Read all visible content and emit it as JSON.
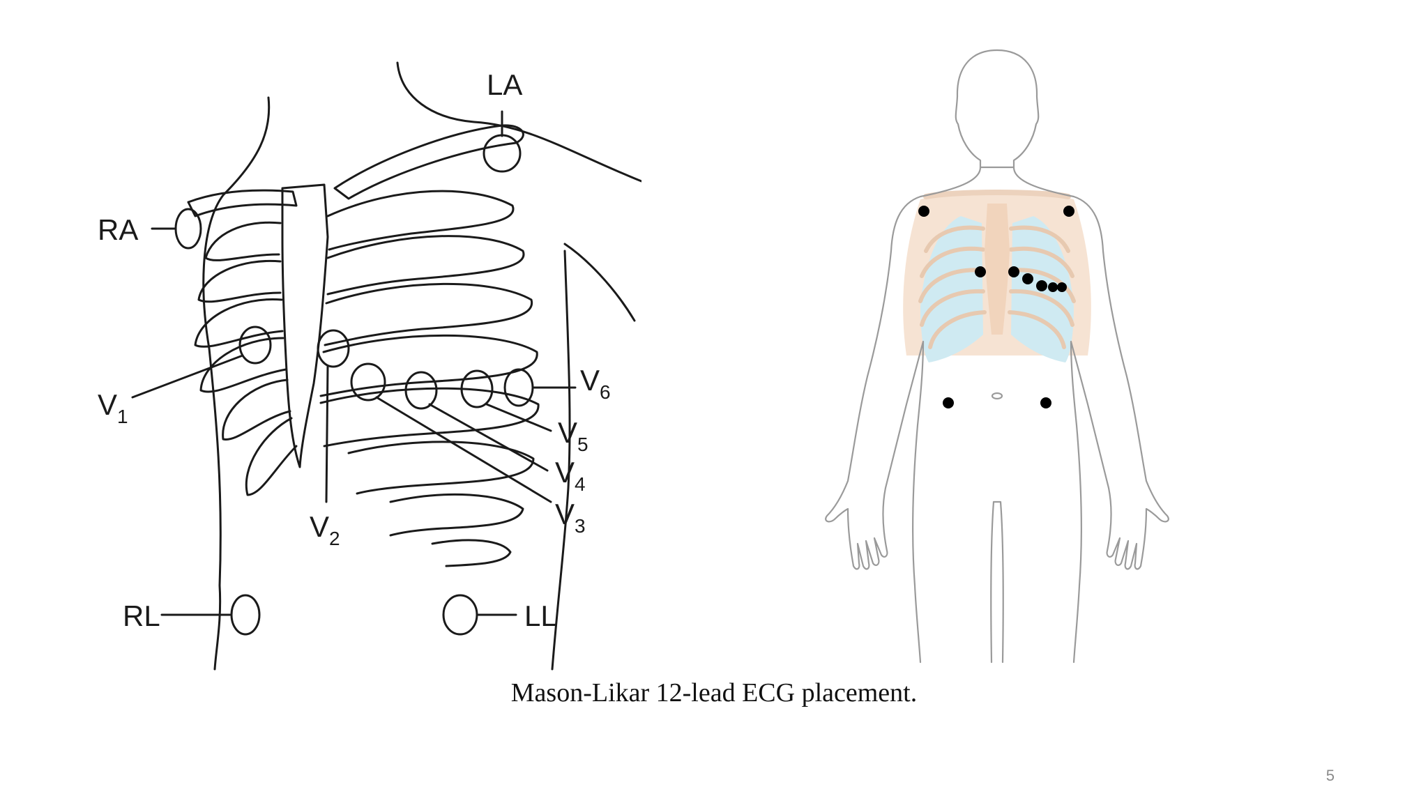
{
  "slide": {
    "caption": "Mason-Likar 12-lead ECG placement.",
    "page_number": "5"
  },
  "leads": {
    "ra": "RA",
    "la": "LA",
    "rl": "RL",
    "ll": "LL",
    "v": "V",
    "v1_sub": "1",
    "v2_sub": "2",
    "v3_sub": "3",
    "v4_sub": "4",
    "v5_sub": "5",
    "v6_sub": "6"
  },
  "colors": {
    "line": "#1a1a1a",
    "rib_fill": "#f6e3d3",
    "lung_fill": "#cfeaf2",
    "electrode_dot": "#000000",
    "body_outline": "#9a9a9a"
  }
}
